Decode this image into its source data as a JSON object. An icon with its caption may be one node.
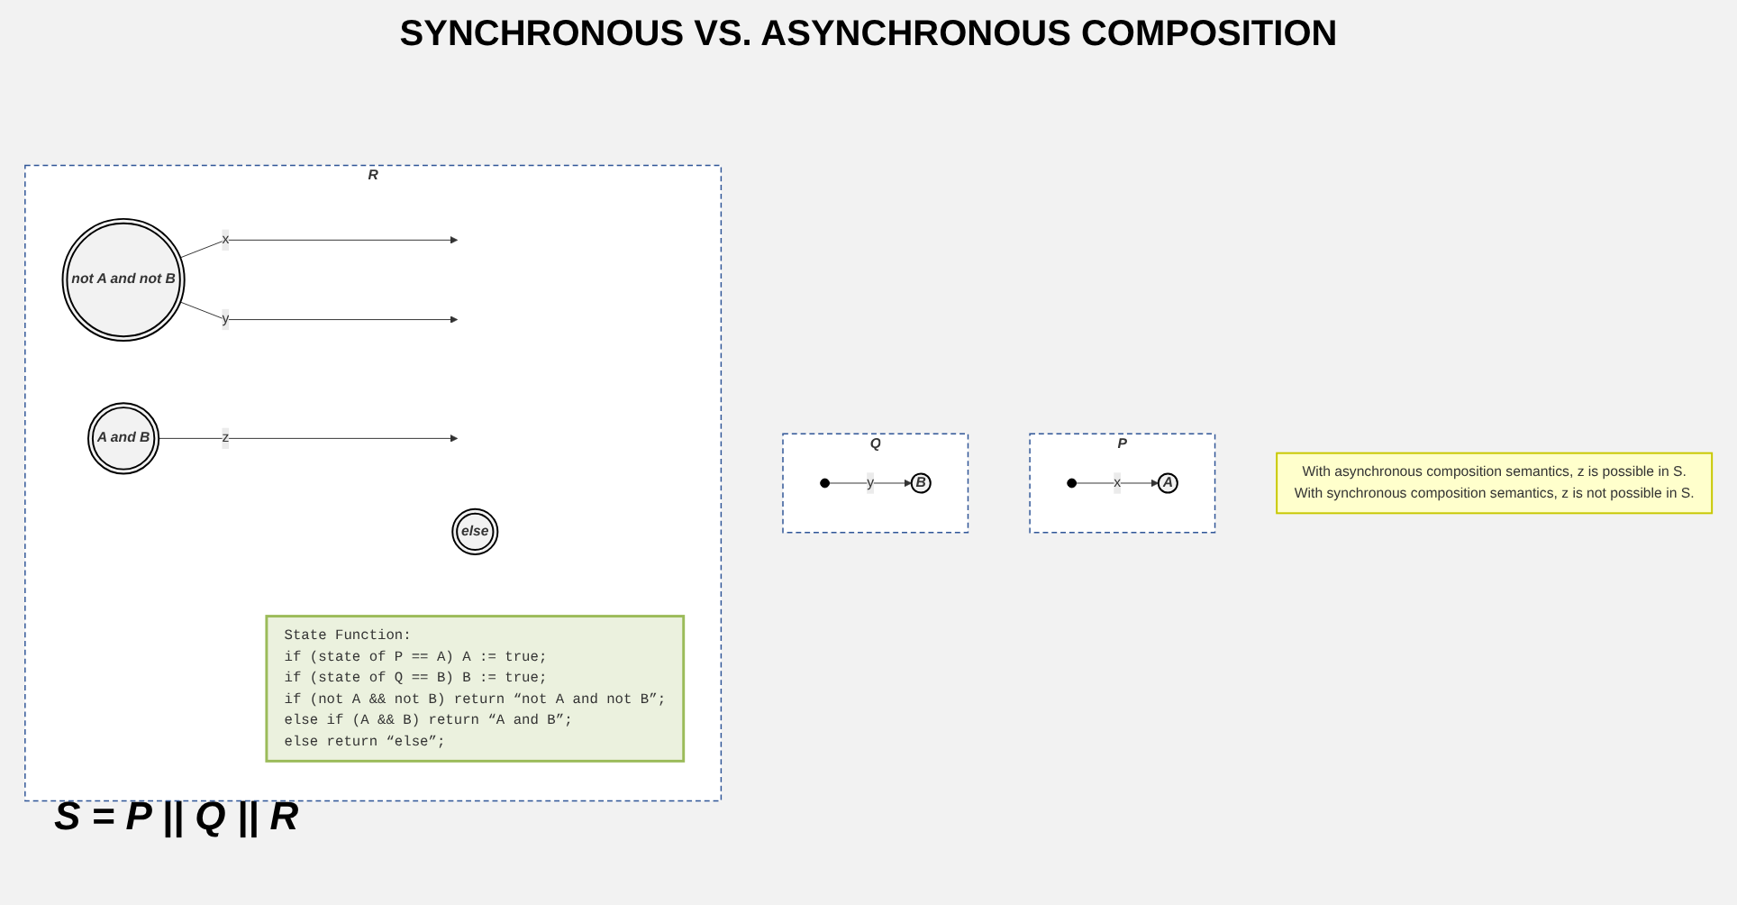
{
  "diagram": {
    "title": "SYNCHRONOUS VS. ASYNCHRONOUS COMPOSITION",
    "nodes": [
      {
        "text": [
          "P"
        ]
      },
      {
        "text": [],
        "shape": "circle",
        "in": 0
      },
      {
        "text": [
          "A"
        ],
        "in": 0
      },
      {
        "text": [
          "Q"
        ]
      },
      {
        "text": [],
        "shape": "circle",
        "in": 3
      },
      {
        "text": [
          "B"
        ],
        "in": 3
      },
      {
        "text": [
          "R"
        ]
      },
      {
        "text": [
          "not A and not B"
        ],
        "in": 6
      },
      {
        "text": [
          "A and B"
        ],
        "in": 6
      },
      {
        "text": [
          "else"
        ],
        "in": 6
      },
      {
        "text": [
          "State Function:",
          "if (state of P == A) A := true;",
          "if (state of Q == B) B := true;",
          "if (not A && not B) return “not A and not B”;",
          "else if (A && B) return “A and B”;",
          "else return “else”;"
        ],
        "in": 6
      },
      {
        "text": [
          "With asynchronous composition semantics, z is possible in S.",
          "With synchronous composition semantics, z is not possible in S."
        ]
      }
    ],
    "edges": [
      {
        "from": 1,
        "to": 2,
        "arrow": "to",
        "label": "x"
      },
      {
        "from": 4,
        "to": 5,
        "arrow": "to",
        "label": "y"
      },
      {
        "from": 7,
        "to": null,
        "arrow": "to",
        "label": "x"
      },
      {
        "from": 7,
        "to": null,
        "arrow": "to",
        "label": "y"
      },
      {
        "from": 8,
        "to": null,
        "arrow": "to",
        "label": "z"
      }
    ],
    "labels": [
      "S = P || Q || R"
    ]
  }
}
